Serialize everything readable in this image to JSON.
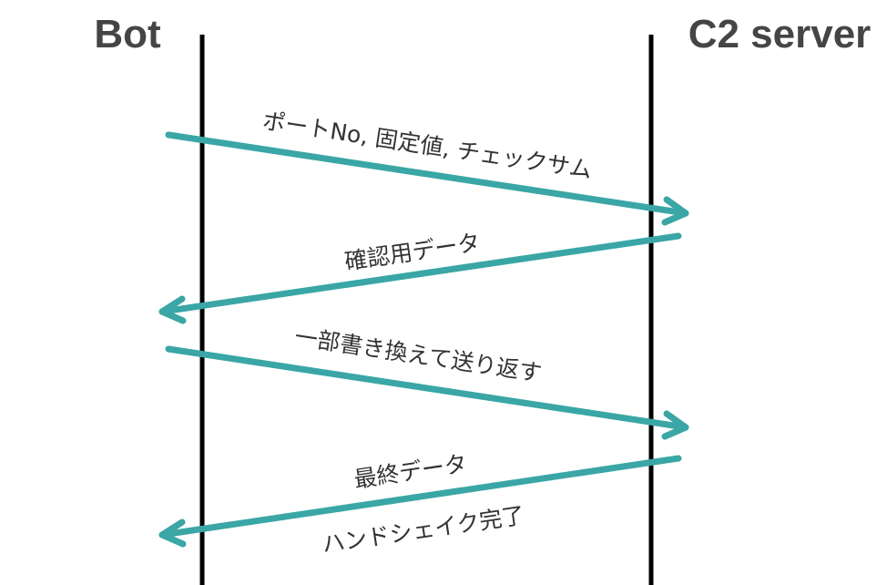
{
  "participants": {
    "bot": "Bot",
    "server": "C2 server"
  },
  "messages": [
    {
      "from": "bot",
      "to": "server",
      "label": "ポートNo, 固定値, チェックサム"
    },
    {
      "from": "server",
      "to": "bot",
      "label": "確認用データ"
    },
    {
      "from": "bot",
      "to": "server",
      "label": "一部書き換えて送り返す"
    },
    {
      "from": "server",
      "to": "bot",
      "label": "最終データ",
      "sublabel": "ハンドシェイク完了"
    }
  ],
  "colors": {
    "arrow": "#3aa6a6",
    "lifeline": "#000000",
    "participant_text": "#454545",
    "label_text": "#333333"
  }
}
